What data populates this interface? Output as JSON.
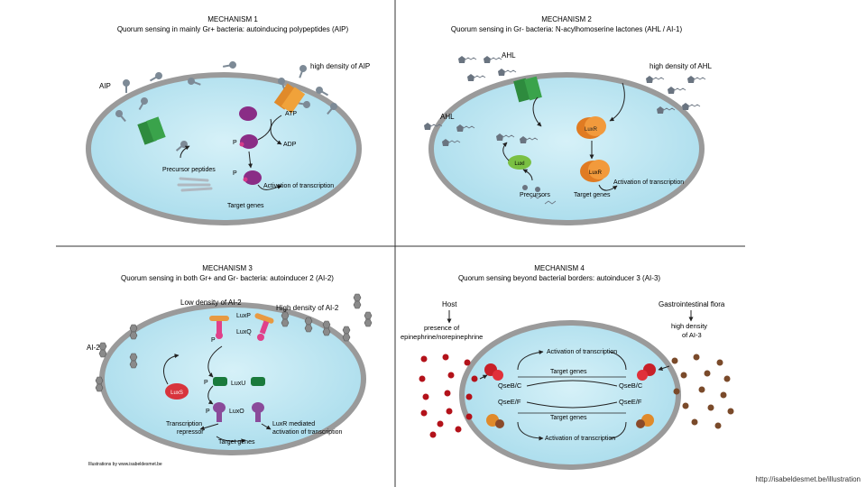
{
  "colors": {
    "cell_fill": "#bfe6f2",
    "cell_wall": "#9a9a9a",
    "receptor_green": "#2e8b3e",
    "kinase_purple": "#8a2d86",
    "luxr_orange": "#e07b22",
    "luxo_green": "#1a7a3c",
    "luxs_red": "#d8343c",
    "ai3_brown": "#7a4a2a",
    "epi_red": "#b3121a",
    "ahl_gray": "#6a7480"
  },
  "icons": [
    "aip-peptide-icon",
    "ahl-molecule-icon",
    "ai2-molecule-icon",
    "ai3-molecule-icon"
  ],
  "m1": {
    "title": "MECHANISM 1",
    "subtitle": "Quorum sensing in mainly Gr+ bacteria: autoinducing polypeptides (AIP)",
    "aip": "AIP",
    "high_density": "high density of AIP",
    "atp": "ATP",
    "adp": "ADP",
    "p1": "P",
    "p2": "P",
    "precursor": "Precursor peptides",
    "activation": "Activation of transcription",
    "target": "Target genes"
  },
  "m2": {
    "title": "MECHANISM 2",
    "subtitle": "Quorum sensing in Gr- bacteria: N-acylhomoserine lactones (AHL / AI-1)",
    "ahl_top": "AHL",
    "ahl_left": "AHL",
    "high_density": "high density of AHL",
    "luxr1": "LuxR",
    "luxr2": "LuxR",
    "luxi": "LuxI",
    "activation": "Activation of transcription",
    "precursors": "Precursors",
    "target": "Target genes"
  },
  "m3": {
    "title": "MECHANISM 3",
    "subtitle": "Quorum sensing in both Gr+ and Gr- bacteria: autoinducer 2 (AI-2)",
    "low_density": "Low density of AI-2",
    "high_density": "High density of AI-2",
    "ai2": "AI-2",
    "luxp": "LuxP",
    "luxq": "LuxQ",
    "luxu": "LuxU",
    "luxo": "LuxO",
    "luxs": "LuxS",
    "p1": "P",
    "p2": "P",
    "p3": "P",
    "repressor": "Transcription repressor",
    "mediated": "LuxR mediated activation of transcription",
    "target": "Target genes",
    "credit": "Illustrations by www.isabeldesmet.be"
  },
  "m4": {
    "title": "MECHANISM 4",
    "subtitle": "Quorum sensing beyond bacterial borders: autoinducer 3 (AI-3)",
    "host": "Host",
    "presence": "presence of epinephrine/norepinephrine",
    "flora": "Gastrointestinal flora",
    "high_density": "high density of AI-3",
    "activation_top": "Activation of transcription",
    "target_top": "Target genes",
    "qseBC_l": "QseB/C",
    "qseBC_r": "QseB/C",
    "qseEF_l": "QseE/F",
    "qseEF_r": "QseE/F",
    "target_bottom": "Target genes",
    "activation_bottom": "Activation of transcription"
  },
  "footer": {
    "url": "http://isabeldesmet.be/illustration"
  }
}
